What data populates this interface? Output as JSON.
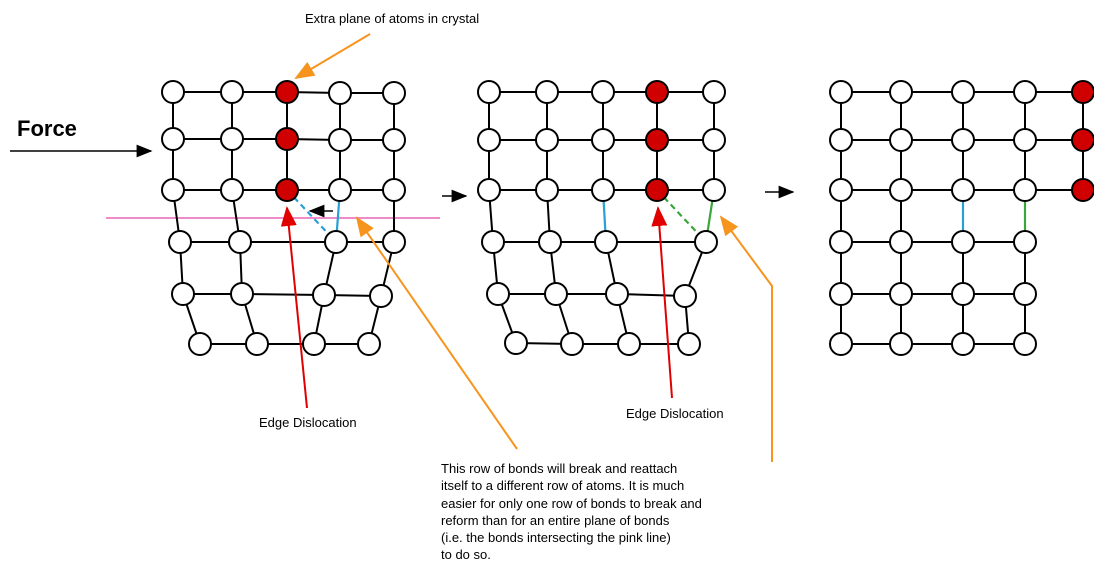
{
  "labels": {
    "force": "Force",
    "extra_plane": "Extra plane of atoms in crystal",
    "edge_dislocation_1": "Edge Dislocation",
    "edge_dislocation_2": "Edge Dislocation"
  },
  "note": {
    "lines": [
      "This row of bonds will break and reattach",
      "itself to a different row of atoms. It is much",
      "easier for only one row of bonds to break and",
      "reform than for an entire plane of bonds",
      "(i.e. the bonds intersecting the pink line)",
      "to do so."
    ]
  },
  "colors": {
    "extra_atom": "#d10000",
    "atom": "#ffffff",
    "bond": "#000000",
    "pink_line": "#f08ac8",
    "blue_bond": "#2a9fd6",
    "green_bond": "#3aa53a",
    "orange_arrow": "#f7941d",
    "red_arrow": "#e00000"
  },
  "stages": [
    {
      "name": "stage-1"
    },
    {
      "name": "stage-2"
    },
    {
      "name": "stage-3"
    }
  ]
}
